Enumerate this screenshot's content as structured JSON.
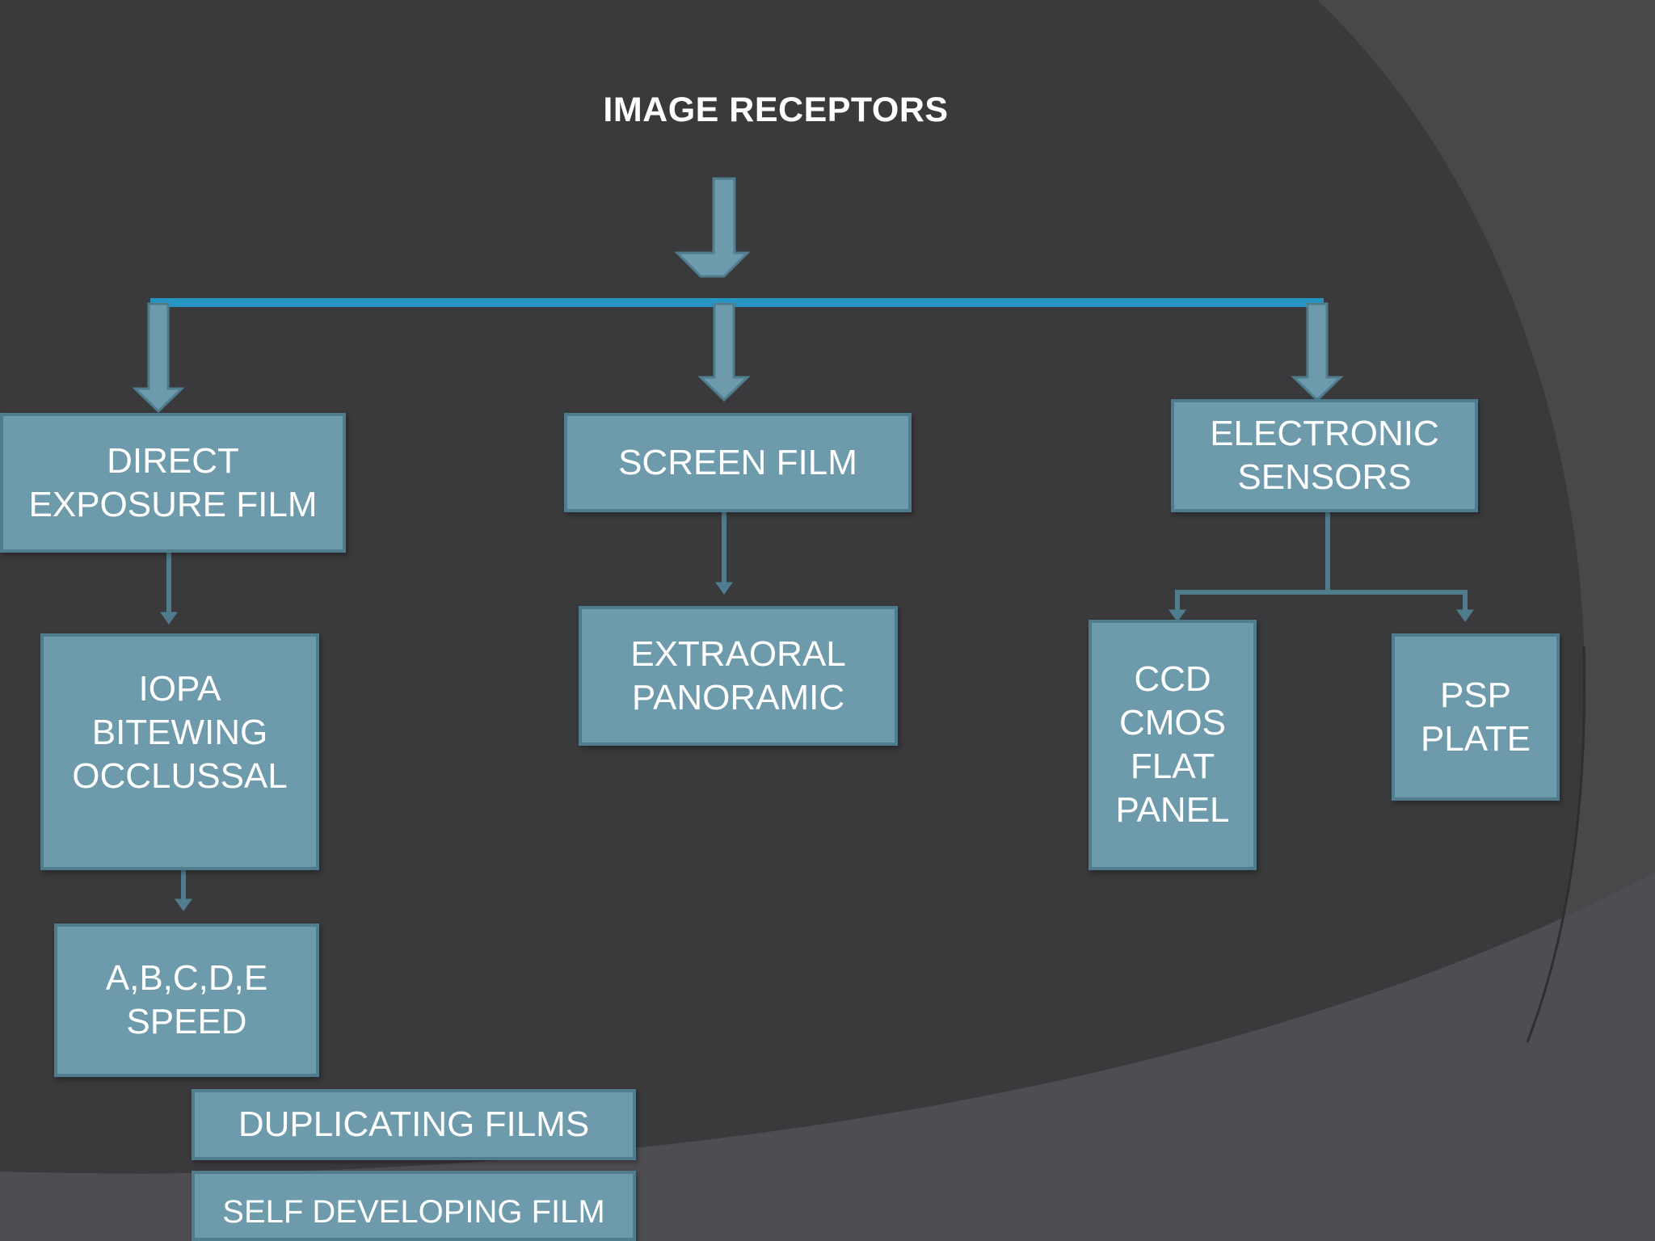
{
  "title": "IMAGE RECEPTORS",
  "colors": {
    "background": "#3a3a3d",
    "box_fill": "#6e9bab",
    "box_border": "#4f7d8e",
    "bus_line": "#2596c4",
    "text": "#ffffff"
  },
  "nodes": {
    "direct_film": {
      "lines": [
        "DIRECT",
        "EXPOSURE FILM"
      ]
    },
    "screen_film": {
      "lines": [
        "SCREEN FILM"
      ]
    },
    "electronic": {
      "lines": [
        "ELECTRONIC",
        "SENSORS"
      ]
    },
    "iopa": {
      "lines": [
        "IOPA",
        "BITEWING",
        "OCCLUSSAL"
      ]
    },
    "extraoral": {
      "lines": [
        "EXTRAORAL",
        "PANORAMIC"
      ]
    },
    "ccd": {
      "lines": [
        "CCD",
        "CMOS",
        "FLAT",
        "PANEL"
      ]
    },
    "psp": {
      "lines": [
        "PSP",
        "PLATE"
      ]
    },
    "speed": {
      "lines": [
        "A,B,C,D,E",
        "SPEED"
      ]
    },
    "duplicating": {
      "lines": [
        "DUPLICATING FILMS"
      ]
    },
    "self_developing": {
      "lines": [
        "SELF DEVELOPING FILM"
      ]
    }
  }
}
